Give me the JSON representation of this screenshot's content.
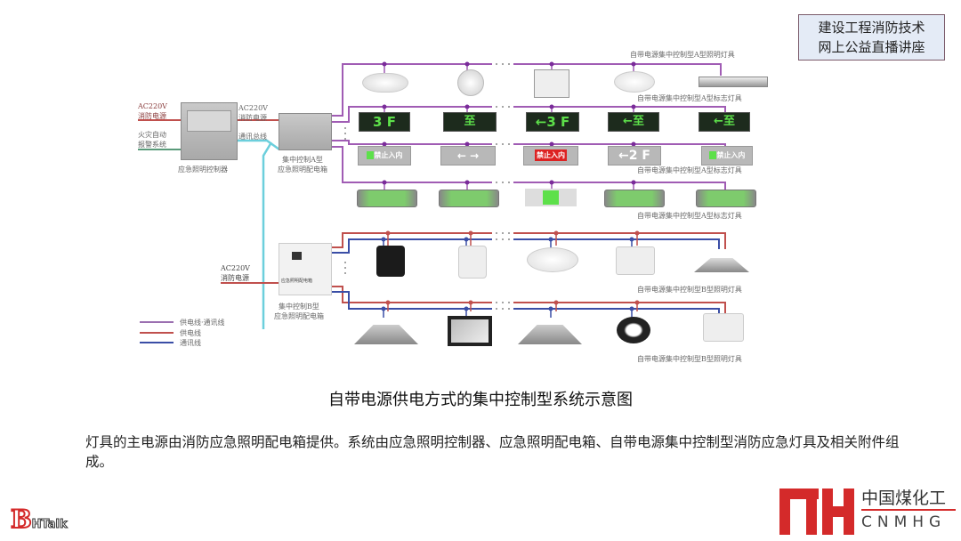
{
  "header_box": {
    "line1": "建设工程消防技术",
    "line2": "网上公益直播讲座"
  },
  "diagram": {
    "controller": {
      "label": "应急照明控制器",
      "input_power": "AC220V",
      "input_power_sub": "消防电源",
      "input_alarm_1": "火灾自动",
      "input_alarm_2": "报警系统"
    },
    "box_a": {
      "label_1": "集中控制A型",
      "label_2": "应急照明配电箱",
      "input_power": "AC220V",
      "input_power_sub": "消防电源",
      "comm_bus": "通讯总线"
    },
    "box_b": {
      "label_1": "集中控制B型",
      "label_2": "应急照明配电箱",
      "input_power": "AC220V",
      "input_power_sub": "消防电源",
      "panel_text": "应急照明配电箱"
    },
    "row_labels": {
      "row1": "自带电源集中控制型A型照明灯具",
      "row2": "自带电源集中控制型A型标志灯具",
      "row3": "自带电源集中控制型A型标志灯具",
      "row4": "自带电源集中控制型A型标志灯具",
      "row5": "自带电源集中控制型B型照明灯具",
      "row6": "自带电源集中控制型B型照明灯具"
    },
    "signs_row2": [
      "3 F",
      "⾄",
      "←3 F",
      "←⾄",
      "←⾄"
    ],
    "signs_row3": [
      "禁止入内",
      "←  →",
      "禁止入内",
      "←2 F",
      "禁止入内"
    ],
    "legend": [
      {
        "label": "供电线·通讯线",
        "color": "#9b6fb0"
      },
      {
        "label": "供电线",
        "color": "#c0504d"
      },
      {
        "label": "通讯线",
        "color": "#3f4fa0"
      }
    ],
    "colors": {
      "power_comm_line": "#a05cb4",
      "power_line": "#c0504d",
      "comm_line": "#3a4ea6",
      "bus_line": "#6ccfdc",
      "alarm_line": "#5a9a7a"
    }
  },
  "caption": "自带电源供电方式的集中控制型系统示意图",
  "paragraph": "灯具的主电源由消防应急照明配电箱提供。系统由应急照明控制器、应急照明配电箱、自带电源集中控制型消防应急灯具及相关附件组成。",
  "logos": {
    "left_letter": "B",
    "left_text": "HTalk",
    "right_cn": "中国煤化工",
    "right_en": "CNMHG"
  }
}
